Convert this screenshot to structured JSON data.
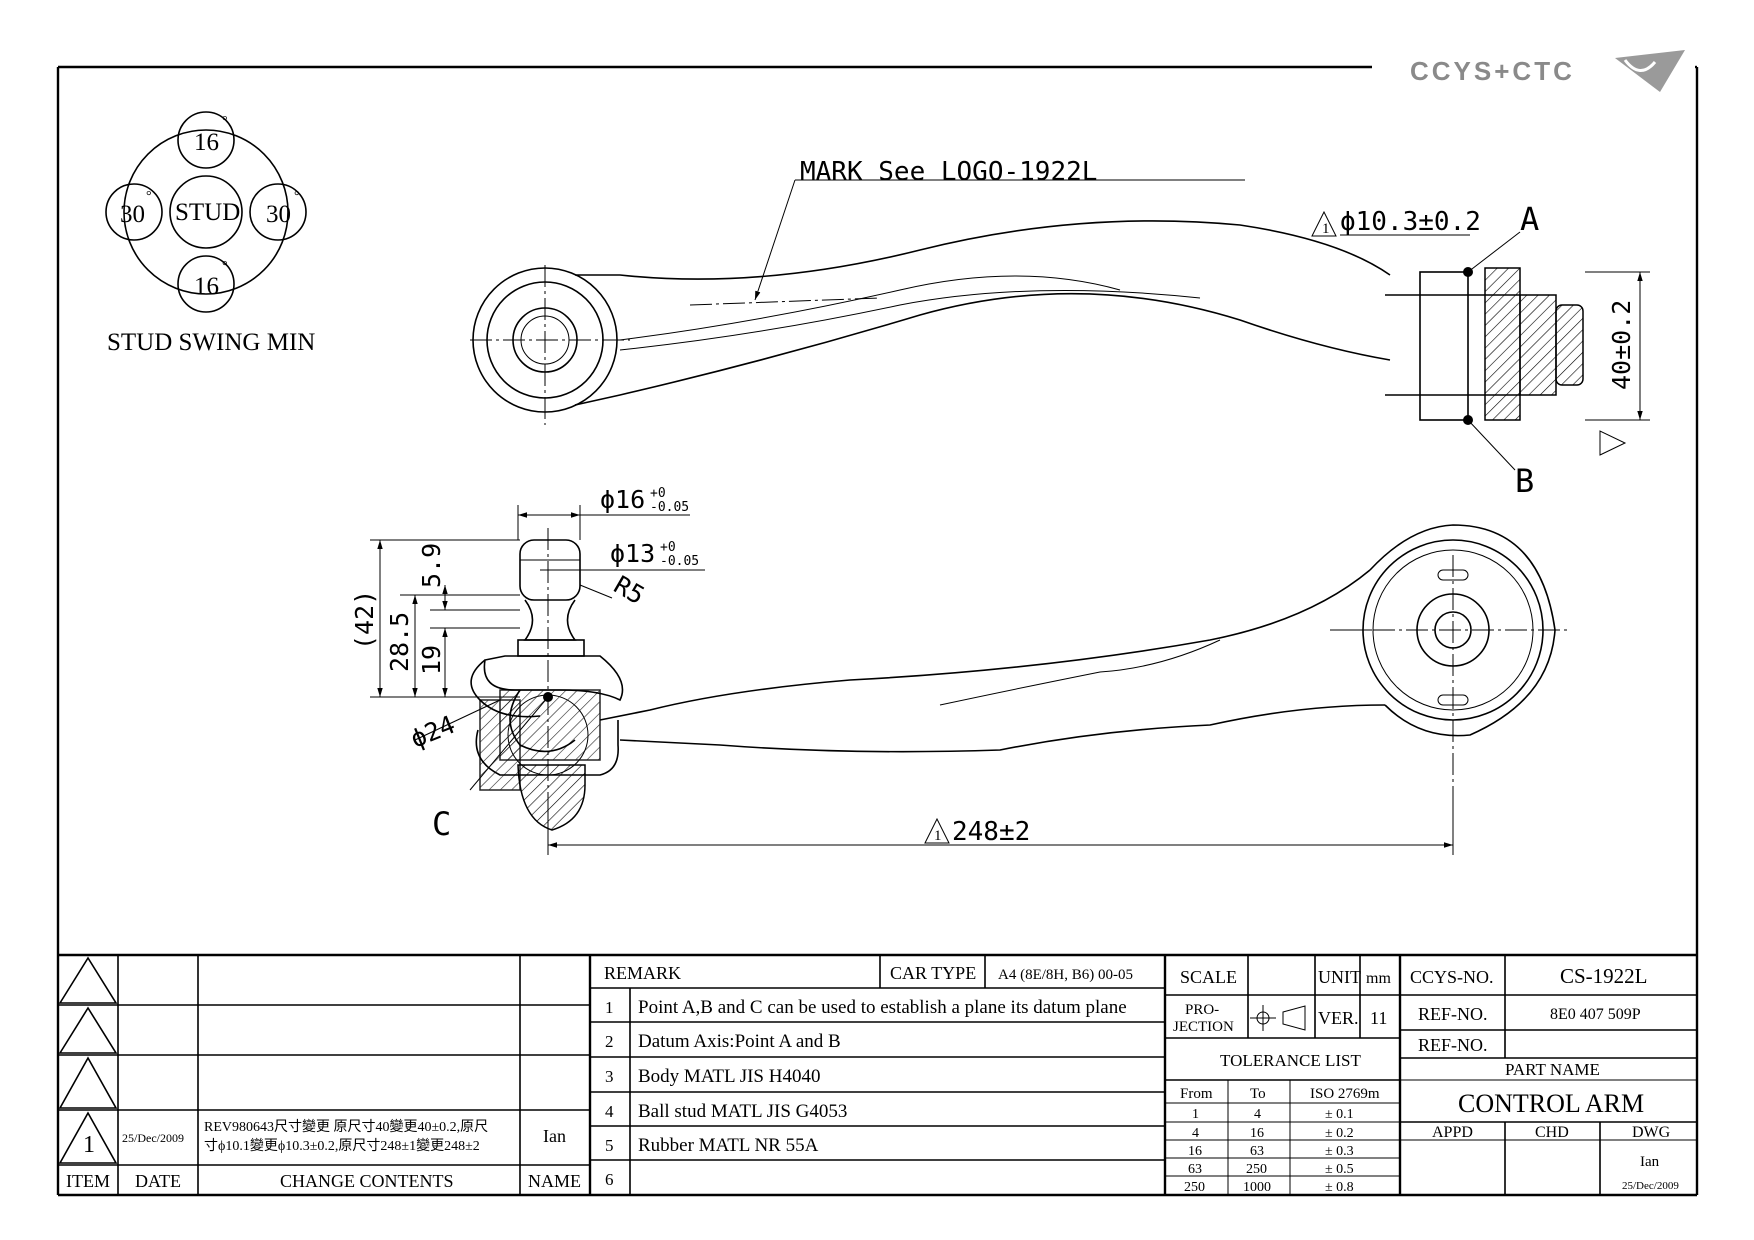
{
  "logo_text": "CCYS+CTC",
  "stud_swing": {
    "top": "16",
    "bottom": "16",
    "left": "30",
    "right": "30",
    "center": "STUD",
    "degree_symbol": "°",
    "caption": "STUD SWING MIN"
  },
  "annotations": {
    "mark": "MARK See LOGO-1922L",
    "hole_dia": "ϕ10.3±0.2",
    "point_a": "A",
    "point_b": "B",
    "point_c": "C",
    "height_40": "40±0.2",
    "dia16": "ϕ16",
    "dia16_tol_up": "+0",
    "dia16_tol_dn": "-0.05",
    "dia13": "ϕ13",
    "dia13_tol_up": "+0",
    "dia13_tol_dn": "-0.05",
    "r5": "R5",
    "dim_42": "(42)",
    "dim_28_5": "28.5",
    "dim_5_9": "5.9",
    "dim_19": "19",
    "dia24": "ϕ24",
    "length": "248±2",
    "rev_marker": "1"
  },
  "revision_block": {
    "rows": [
      {
        "item": "",
        "date": "",
        "change": "",
        "name": ""
      },
      {
        "item": "",
        "date": "",
        "change": "",
        "name": ""
      },
      {
        "item": "",
        "date": "",
        "change": "",
        "name": ""
      },
      {
        "item": "1",
        "date": "25/Dec/2009",
        "change_line1": "REV980643尺寸變更 原尺寸40變更40±0.2,原尺",
        "change_line2": "寸ϕ10.1變更ϕ10.3±0.2,原尺寸248±1變更248±2",
        "name": "Ian"
      }
    ],
    "headers": {
      "item": "ITEM",
      "date": "DATE",
      "change": "CHANGE CONTENTS",
      "name": "NAME"
    }
  },
  "remarks": {
    "header": "REMARK",
    "car_type_label": "CAR TYPE",
    "car_type_value": "A4 (8E/8H, B6) 00-05",
    "items": [
      {
        "no": "1",
        "text": "Point A,B and C can be used to establish a plane its datum plane"
      },
      {
        "no": "2",
        "text": "Datum Axis:Point A and B"
      },
      {
        "no": "3",
        "text": "Body MATL JIS H4040"
      },
      {
        "no": "4",
        "text": "Ball stud MATL JIS G4053"
      },
      {
        "no": "5",
        "text": "Rubber MATL NR 55A"
      },
      {
        "no": "6",
        "text": ""
      }
    ]
  },
  "scale_block": {
    "scale_label": "SCALE",
    "scale_value": "",
    "unit_label": "UNIT",
    "unit_value": "mm",
    "projection_label_1": "PRO-",
    "projection_label_2": "JECTION",
    "ver_label": "VER.",
    "ver_value": "11",
    "tolerance_title": "TOLERANCE LIST",
    "tolerance_headers": [
      "From",
      "To",
      "ISO 2769m"
    ],
    "tolerance_rows": [
      [
        "1",
        "4",
        "± 0.1"
      ],
      [
        "4",
        "16",
        "± 0.2"
      ],
      [
        "16",
        "63",
        "± 0.3"
      ],
      [
        "63",
        "250",
        "± 0.5"
      ],
      [
        "250",
        "1000",
        "± 0.8"
      ]
    ]
  },
  "title_block": {
    "ccys_no_label": "CCYS-NO.",
    "ccys_no_value": "CS-1922L",
    "ref_no_label_1": "REF-NO.",
    "ref_no_value_1": "8E0 407 509P",
    "ref_no_label_2": "REF-NO.",
    "ref_no_value_2": "",
    "part_name_label": "PART NAME",
    "part_name_value": "CONTROL ARM",
    "appd_label": "APPD",
    "chd_label": "CHD",
    "dwg_label": "DWG",
    "appd_value": "",
    "chd_value": "",
    "dwg_value": "Ian",
    "dwg_date": "25/Dec/2009"
  }
}
